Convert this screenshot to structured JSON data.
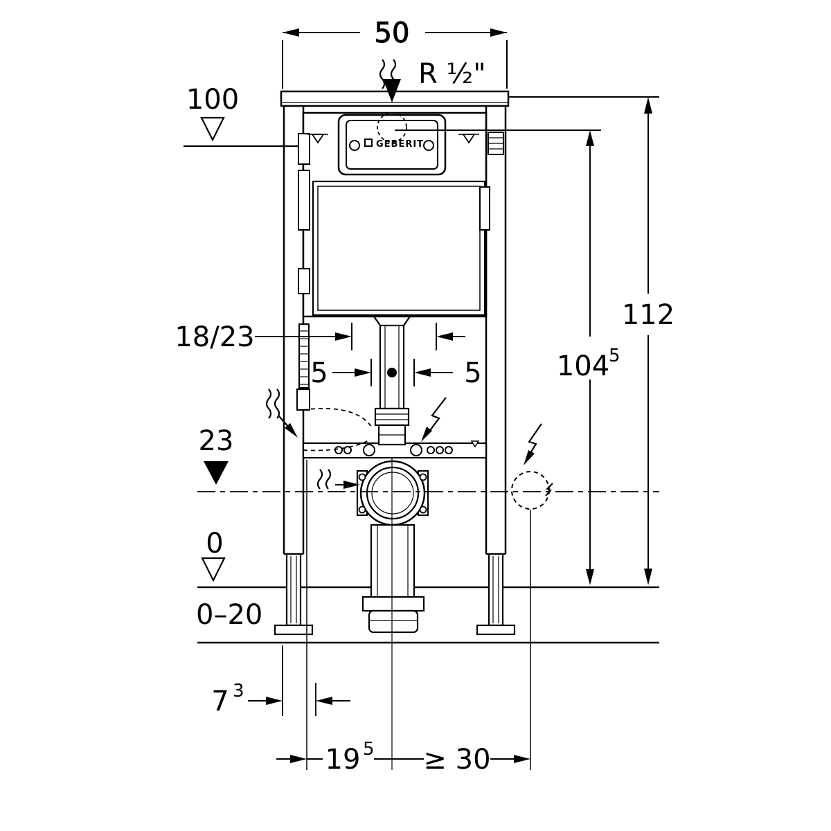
{
  "meta": {
    "title": "Wall-mounted WC frame installation drawing"
  },
  "colors": {
    "line": "#000000",
    "background": "#ffffff"
  },
  "dims": {
    "width_top": "50",
    "supply_thread": "R ½\"",
    "level_top": "100",
    "total_height": "112",
    "actuator_height_base": "104",
    "actuator_height_sup": "5",
    "flush_pipe": "18/23",
    "offset_left": "5",
    "offset_right": "5",
    "outlet_level": "23",
    "floor_level": "0",
    "floor_range": "0–20",
    "side_offset_base": "7",
    "side_offset_sup": "3",
    "supply_offset_base": "19",
    "supply_offset_sup": "5",
    "discharge_offset": "≥ 30"
  },
  "brand": {
    "name": "GEBERIT"
  }
}
